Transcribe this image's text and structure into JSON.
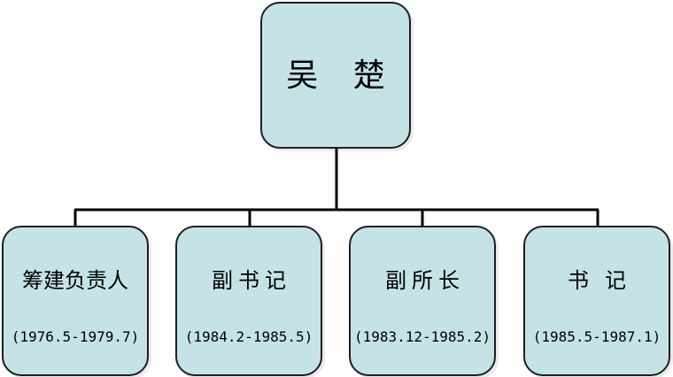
{
  "root": {
    "name": "吴 楚"
  },
  "positions": [
    {
      "role": "筹建负责人",
      "period": "(1976.5-1979.7)"
    },
    {
      "role": "副书记",
      "period": "(1984.2-1985.5)"
    },
    {
      "role": "副所长",
      "period": "(1983.12-1985.2)"
    },
    {
      "role": "书记",
      "period": "(1985.5-1987.1)"
    }
  ],
  "colors": {
    "node_fill": "#c5e3e6",
    "line": "#000000"
  }
}
